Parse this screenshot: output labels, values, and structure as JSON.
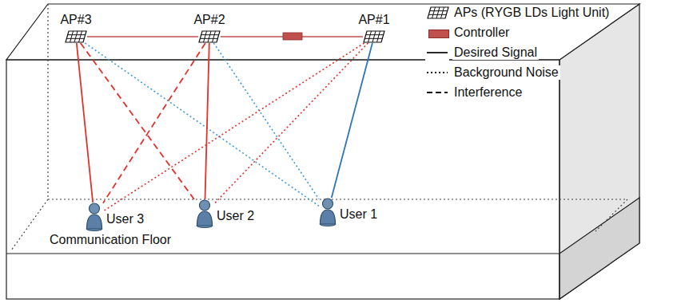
{
  "diagram": {
    "nodes": [
      {
        "text": [
          "AP#3"
        ]
      },
      {
        "text": [
          "AP#2"
        ]
      },
      {
        "text": [
          "AP#1"
        ]
      },
      {
        "text": [
          "User 3"
        ]
      },
      {
        "text": [
          "User 2"
        ]
      },
      {
        "text": [
          "User 1"
        ]
      }
    ],
    "edges": [
      {
        "from": 0,
        "to": 1,
        "arrow": "none"
      },
      {
        "from": 1,
        "to": 2,
        "arrow": "none"
      },
      {
        "from": 0,
        "to": 3,
        "arrow": "none"
      },
      {
        "from": 0,
        "to": 4,
        "arrow": "none"
      },
      {
        "from": 0,
        "to": 5,
        "arrow": "none"
      },
      {
        "from": 1,
        "to": 3,
        "arrow": "none"
      },
      {
        "from": 1,
        "to": 4,
        "arrow": "none"
      },
      {
        "from": 1,
        "to": 5,
        "arrow": "none"
      },
      {
        "from": 2,
        "to": 3,
        "arrow": "none"
      },
      {
        "from": 2,
        "to": 4,
        "arrow": "none"
      },
      {
        "from": 2,
        "to": 5,
        "arrow": "none"
      }
    ],
    "labels": [
      "Communication Floor"
    ],
    "legend": [
      {
        "text": "APs (RYGB LDs Light Unit)"
      },
      {
        "text": "Controller",
        "color": "#c0504d"
      },
      {
        "text": "Desired Signal"
      },
      {
        "text": "Background Noise"
      },
      {
        "text": "Interference"
      }
    ]
  }
}
